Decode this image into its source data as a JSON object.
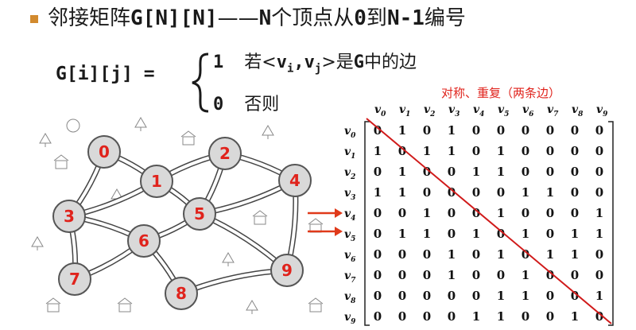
{
  "heading": {
    "prefix": "邻接矩阵",
    "code": "G[N][N]",
    "dash": "——",
    "n": "N",
    "mid": "个顶点从",
    "zero": "0",
    "to": "到",
    "nm1": "N-1",
    "suffix": "编号"
  },
  "formula": {
    "lhs": "G[i][j] =",
    "case1_value": "1",
    "case1_pre": "若<",
    "case1_vi": "v",
    "case1_i": "i",
    "case1_comma": ",",
    "case1_vj": "v",
    "case1_j": "j",
    "case1_post": ">是",
    "case1_g": "G",
    "case1_tail": "中的边",
    "case0_value": "0",
    "case0_text": "否则"
  },
  "annotation": "对称、重复（两条边）",
  "graph": {
    "vertices": [
      "0",
      "1",
      "2",
      "3",
      "4",
      "5",
      "6",
      "7",
      "8",
      "9"
    ],
    "edges": [
      [
        0,
        1
      ],
      [
        0,
        3
      ],
      [
        1,
        2
      ],
      [
        1,
        3
      ],
      [
        1,
        5
      ],
      [
        2,
        4
      ],
      [
        2,
        5
      ],
      [
        3,
        6
      ],
      [
        3,
        7
      ],
      [
        4,
        5
      ],
      [
        4,
        9
      ],
      [
        5,
        6
      ],
      [
        5,
        9
      ],
      [
        6,
        7
      ],
      [
        6,
        8
      ],
      [
        8,
        9
      ]
    ]
  },
  "matrix": {
    "row_labels": [
      "v0",
      "v1",
      "v2",
      "v3",
      "v4",
      "v5",
      "v6",
      "v7",
      "v8",
      "v9"
    ],
    "col_labels": [
      "v0",
      "v1",
      "v2",
      "v3",
      "v4",
      "v5",
      "v6",
      "v7",
      "v8",
      "v9"
    ],
    "values": [
      [
        0,
        1,
        0,
        1,
        0,
        0,
        0,
        0,
        0,
        0
      ],
      [
        1,
        0,
        1,
        1,
        0,
        1,
        0,
        0,
        0,
        0
      ],
      [
        0,
        1,
        0,
        0,
        1,
        1,
        0,
        0,
        0,
        0
      ],
      [
        1,
        1,
        0,
        0,
        0,
        0,
        1,
        1,
        0,
        0
      ],
      [
        0,
        0,
        1,
        0,
        0,
        1,
        0,
        0,
        0,
        1
      ],
      [
        0,
        1,
        1,
        0,
        1,
        0,
        1,
        0,
        1,
        1
      ],
      [
        0,
        0,
        0,
        1,
        0,
        1,
        0,
        1,
        1,
        0
      ],
      [
        0,
        0,
        0,
        1,
        0,
        0,
        1,
        0,
        0,
        0
      ],
      [
        0,
        0,
        0,
        0,
        0,
        1,
        1,
        0,
        0,
        1
      ],
      [
        0,
        0,
        0,
        0,
        1,
        1,
        0,
        0,
        1,
        0
      ]
    ]
  },
  "colors": {
    "bullet": "#d28a2e",
    "annotation": "#e0231c",
    "diagonal": "#d01a1a",
    "arrow": "#e03a1a",
    "vertex_label": "#e0231c",
    "vertex_fill": "#d9d9d9"
  }
}
